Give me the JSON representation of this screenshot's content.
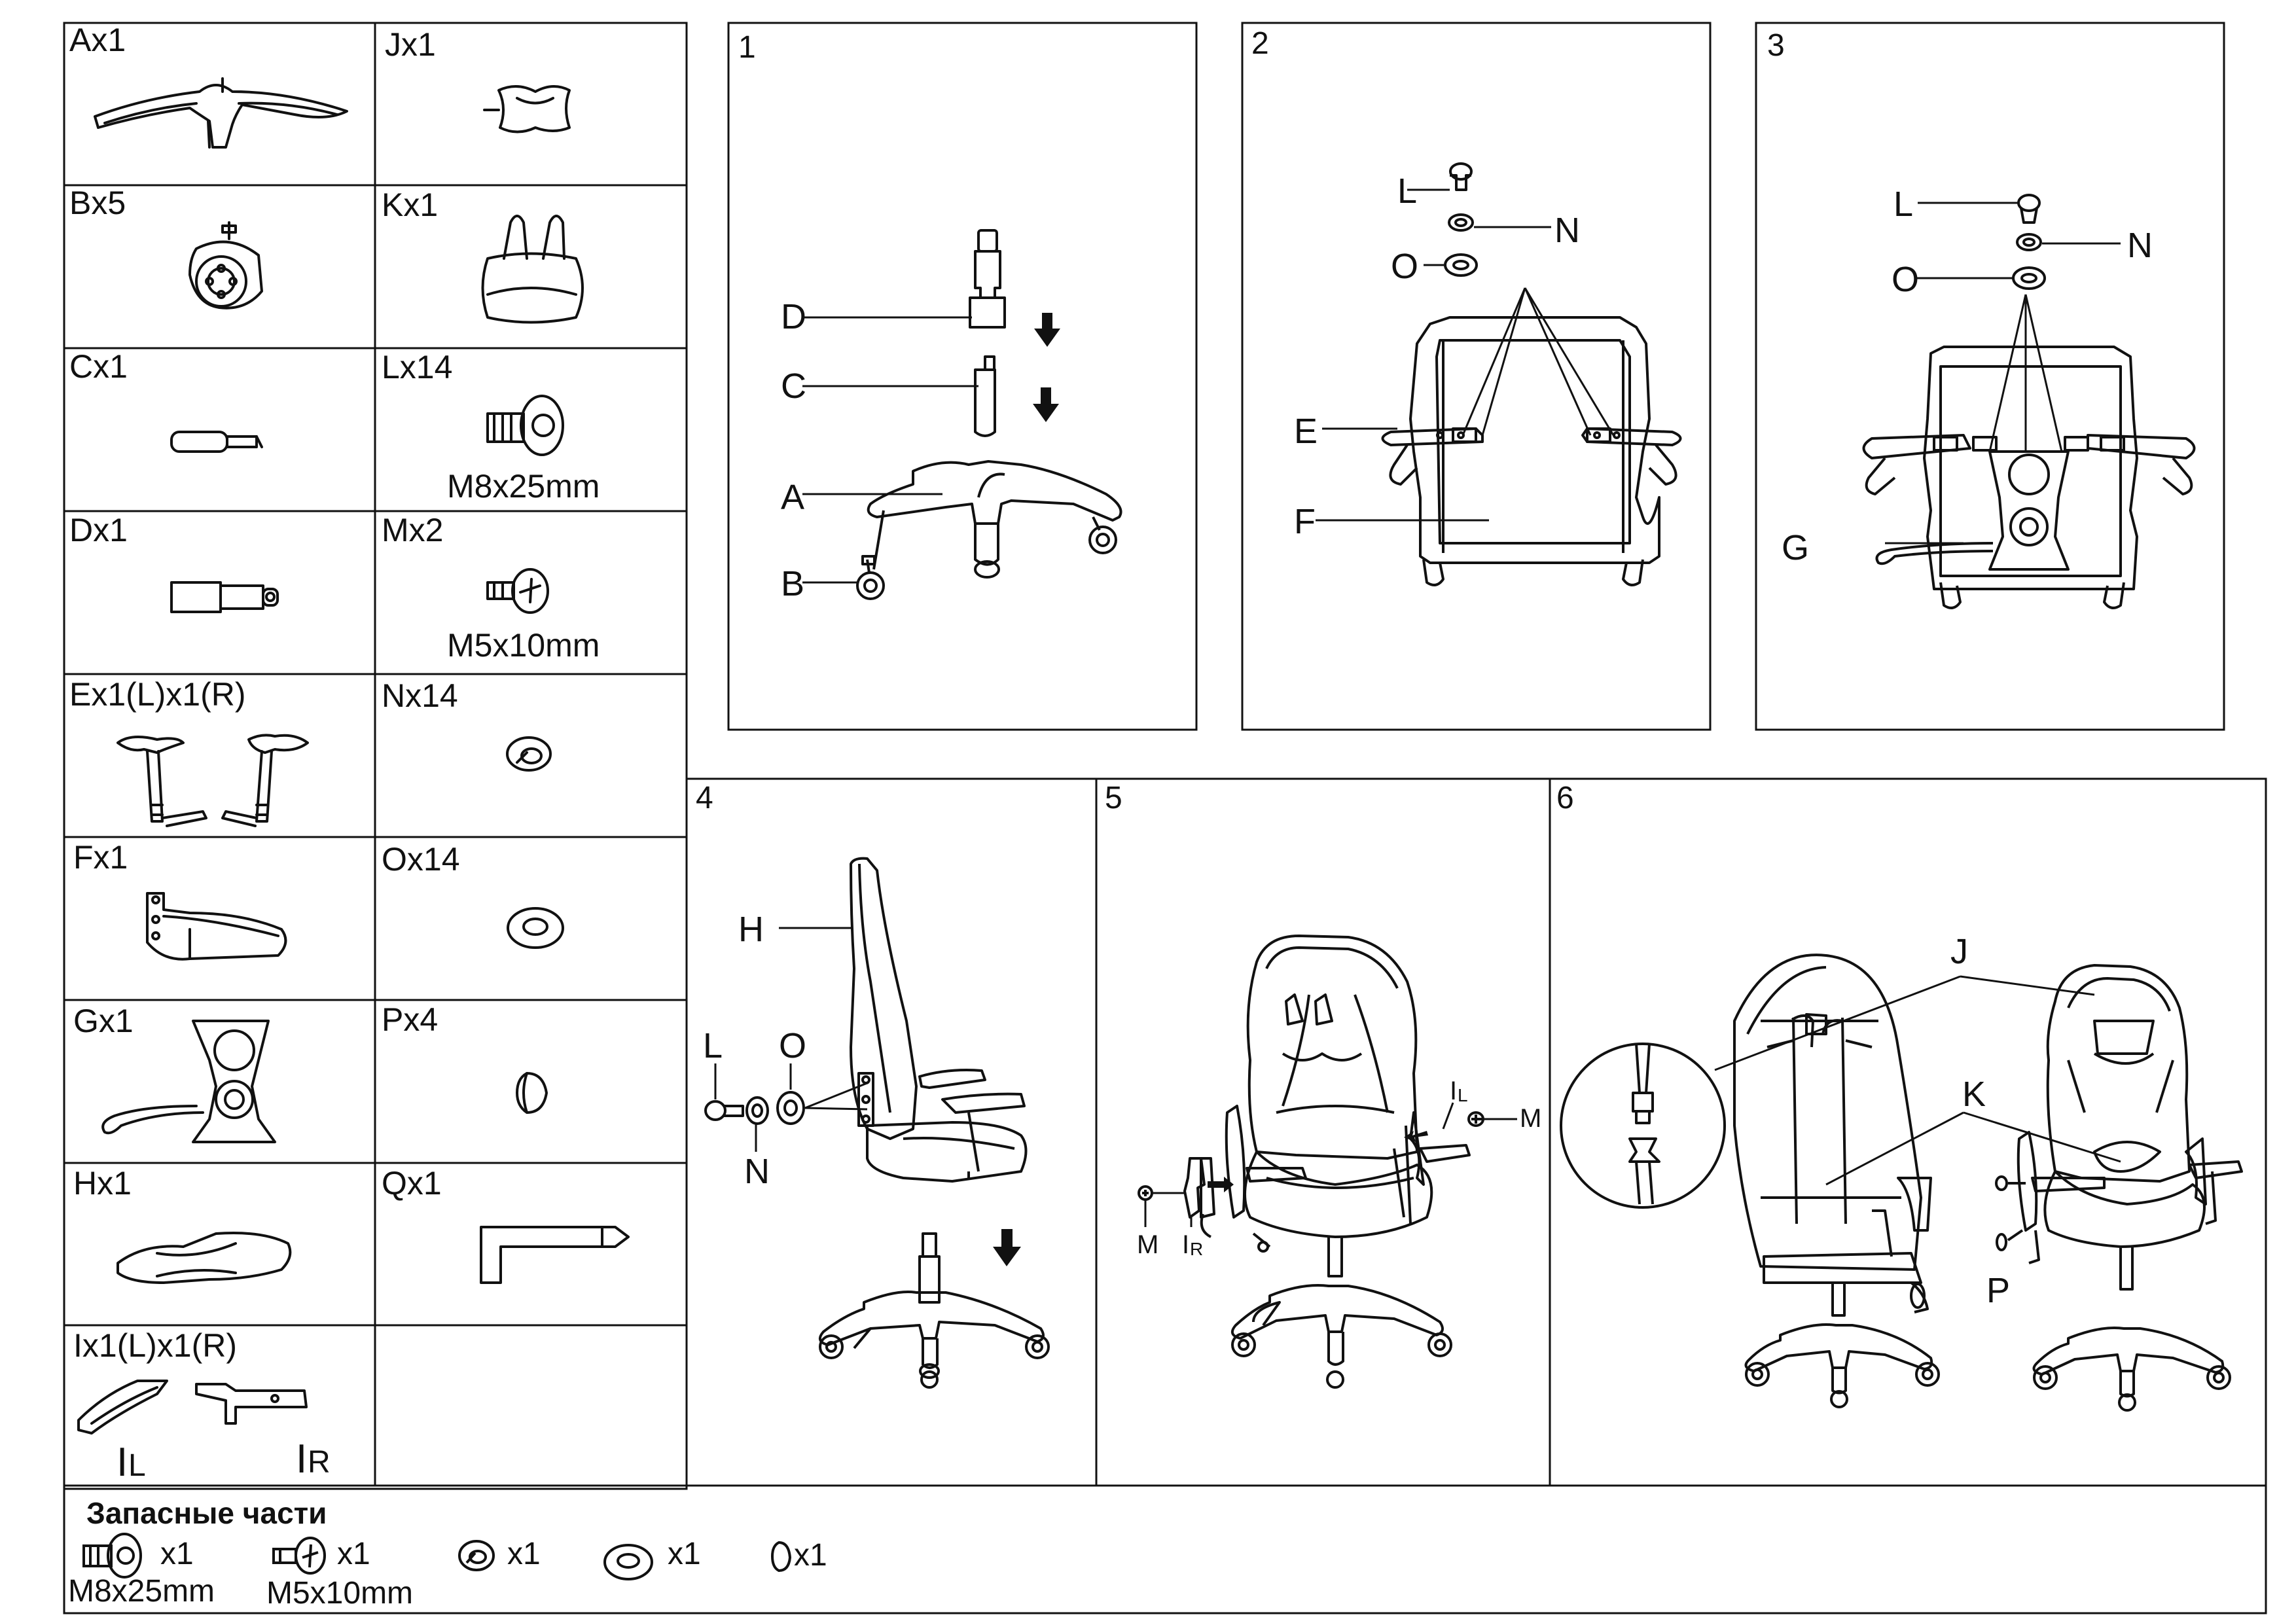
{
  "parts": [
    {
      "id": "A",
      "label": "Ax1",
      "spec": ""
    },
    {
      "id": "J",
      "label": "Jx1",
      "spec": ""
    },
    {
      "id": "B",
      "label": "Bx5",
      "spec": ""
    },
    {
      "id": "K",
      "label": "Kx1",
      "spec": ""
    },
    {
      "id": "C",
      "label": "Cx1",
      "spec": ""
    },
    {
      "id": "L",
      "label": "Lx14",
      "spec": "M8x25mm"
    },
    {
      "id": "D",
      "label": "Dx1",
      "spec": ""
    },
    {
      "id": "M",
      "label": "Mx2",
      "spec": "M5x10mm"
    },
    {
      "id": "E",
      "label": "Ex1(L)x1(R)",
      "spec": ""
    },
    {
      "id": "N",
      "label": "Nx14",
      "spec": ""
    },
    {
      "id": "F",
      "label": "Fx1",
      "spec": ""
    },
    {
      "id": "O",
      "label": "Ox14",
      "spec": ""
    },
    {
      "id": "G",
      "label": "Gx1",
      "spec": ""
    },
    {
      "id": "P",
      "label": "Px4",
      "spec": ""
    },
    {
      "id": "H",
      "label": "Hx1",
      "spec": ""
    },
    {
      "id": "Q",
      "label": "Qx1",
      "spec": ""
    },
    {
      "id": "I",
      "label": "Ix1(L)x1(R)",
      "spec": ""
    }
  ],
  "i_labels": {
    "left": "IL",
    "right": "IR",
    "left_main": "I",
    "left_sub": "L",
    "right_main": "I",
    "right_sub": "R"
  },
  "steps": {
    "s1": {
      "number": "1",
      "labels": {
        "D": "D",
        "C": "C",
        "A": "A",
        "B": "B"
      }
    },
    "s2": {
      "number": "2",
      "labels": {
        "L": "L",
        "N": "N",
        "O": "O",
        "E": "E",
        "F": "F"
      }
    },
    "s3": {
      "number": "3",
      "labels": {
        "L": "L",
        "N": "N",
        "O": "O",
        "G": "G"
      }
    },
    "s4": {
      "number": "4",
      "labels": {
        "H": "H",
        "L": "L",
        "O": "O",
        "N": "N"
      }
    },
    "s5": {
      "number": "5",
      "labels": {
        "M1": "M",
        "M2": "M",
        "IL_main": "I",
        "IL_sub": "L",
        "IR_main": "I",
        "IR_sub": "R"
      }
    },
    "s6": {
      "number": "6",
      "labels": {
        "J": "J",
        "K": "K",
        "P": "P"
      }
    }
  },
  "spare": {
    "title": "Запасные части",
    "items": [
      {
        "qty": "x1",
        "spec": "M8x25mm"
      },
      {
        "qty": "x1",
        "spec": "M5x10mm"
      },
      {
        "qty": "x1",
        "spec": ""
      },
      {
        "qty": "x1",
        "spec": ""
      },
      {
        "qty": "x1",
        "spec": ""
      }
    ]
  }
}
